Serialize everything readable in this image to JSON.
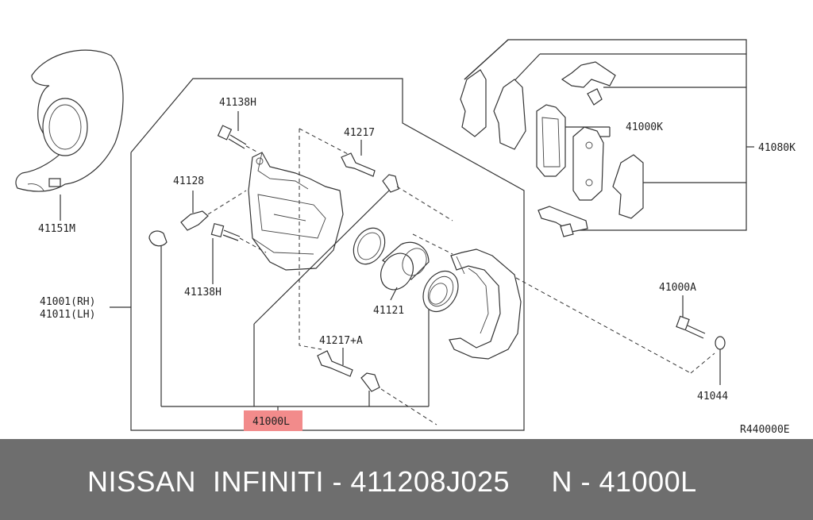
{
  "colors": {
    "highlight": "#f28b8b",
    "footer_bg": "#6e6e6e",
    "footer_text": "#ffffff",
    "line": "#333333"
  },
  "labels": {
    "p41151M": "41151M",
    "p41138H_top": "41138H",
    "p41138H_bottom": "41138H",
    "p41128": "41128",
    "p41217": "41217",
    "p41217A": "41217+A",
    "p41121": "41121",
    "p41001": "41001(RH)",
    "p41011": "41011(LH)",
    "p41000L": "41000L",
    "p41000K": "41000K",
    "p41080K": "41080K",
    "p41000A": "41000A",
    "p41044": "41044",
    "ref": "R440000E"
  },
  "footer": {
    "text": "NISSAN  INFINITI - 411208J025     N - 41000L"
  }
}
